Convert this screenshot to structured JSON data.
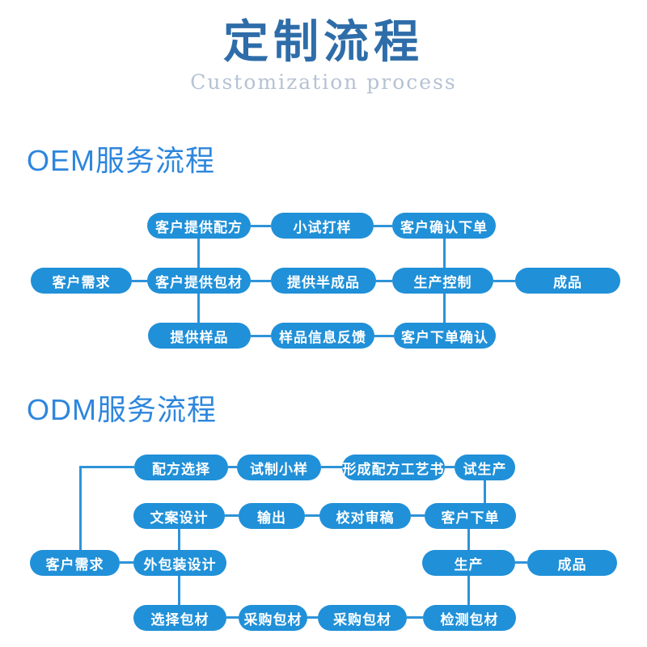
{
  "title": {
    "main": "定制流程",
    "subtitle": "Customization process"
  },
  "oem": {
    "heading": "OEM服务流程",
    "nodes": [
      "客户提供配方",
      "小试打样",
      "客户确认下单",
      "客户需求",
      "客户提供包材",
      "提供半成品",
      "生产控制",
      "成品",
      "提供样品",
      "样品信息反馈",
      "客户下单确认"
    ]
  },
  "odm": {
    "heading": "ODM服务流程",
    "nodes": [
      "配方选择",
      "试制小样",
      "形成配方工艺书",
      "试生产",
      "文案设计",
      "输出",
      "校对审稿",
      "客户下单",
      "客户需求",
      "外包装设计",
      "生产",
      "成品",
      "选择包材",
      "采购包材",
      "采购包材",
      "检测包材"
    ]
  },
  "colors": {
    "pill": "#2090d8",
    "line": "#2e93d8",
    "heading": "#2e86dd",
    "title": "#2e6da9",
    "subtitle": "#b5c2d4"
  }
}
